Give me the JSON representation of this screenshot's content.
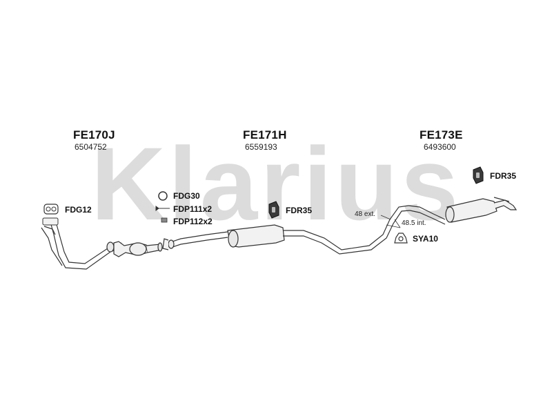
{
  "watermark": {
    "text": "Klarius",
    "color": "#d9d9d9"
  },
  "sections": [
    {
      "code": "FE170J",
      "number": "6504752"
    },
    {
      "code": "FE171H",
      "number": "6559193"
    },
    {
      "code": "FE173E",
      "number": "6493600"
    }
  ],
  "parts": {
    "fdg12": "FDG12",
    "fdg30": "FDG30",
    "fdp111": "FDP111x2",
    "fdp112": "FDP112x2",
    "fdr35_mid": "FDR35",
    "fdr35_top": "FDR35",
    "sya10": "SYA10"
  },
  "dimensions": {
    "ext": "48 ext.",
    "int": "48.5 int."
  },
  "colors": {
    "pipe_fill": "#f2f2f2",
    "pipe_stroke": "#333333"
  }
}
